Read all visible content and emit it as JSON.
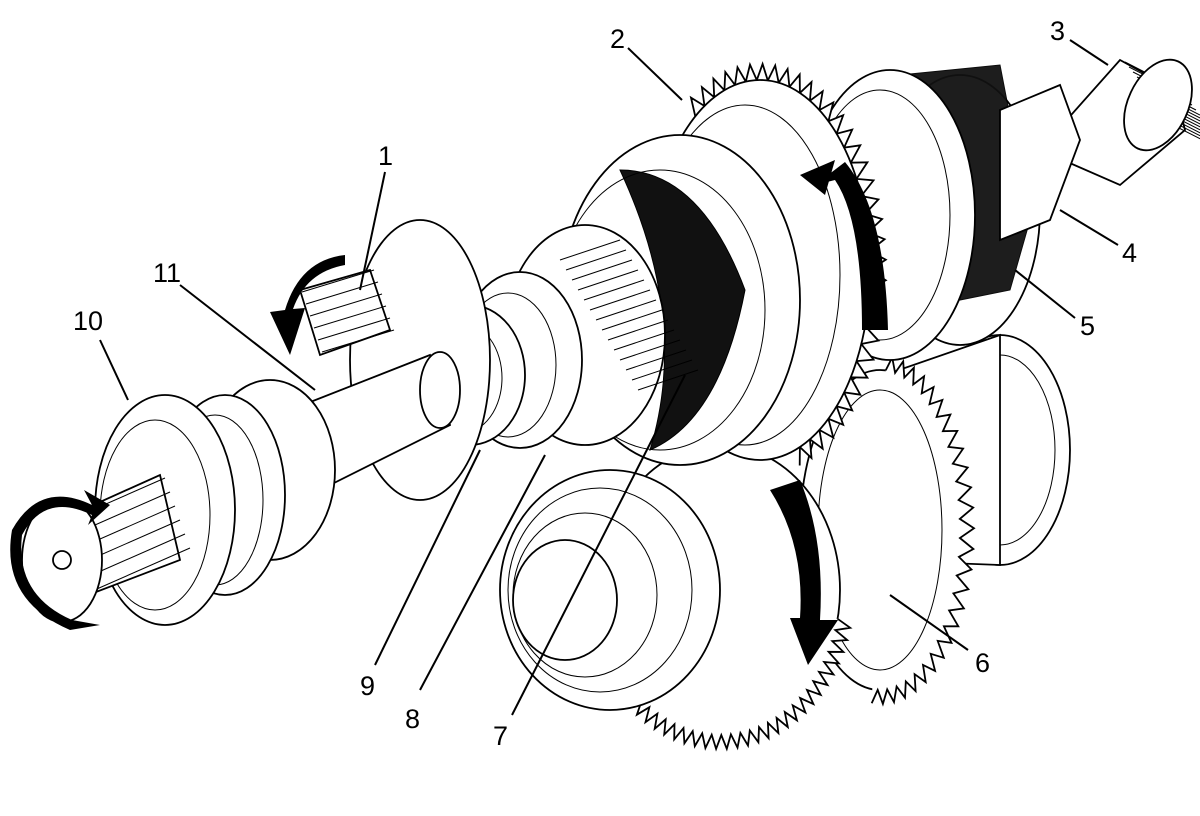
{
  "diagram": {
    "callouts": [
      {
        "id": "callout-1",
        "text": "1"
      },
      {
        "id": "callout-2",
        "text": "2"
      },
      {
        "id": "callout-3",
        "text": "3"
      },
      {
        "id": "callout-4",
        "text": "4"
      },
      {
        "id": "callout-5",
        "text": "5"
      },
      {
        "id": "callout-6",
        "text": "6"
      },
      {
        "id": "callout-7",
        "text": "7"
      },
      {
        "id": "callout-8",
        "text": "8"
      },
      {
        "id": "callout-9",
        "text": "9"
      },
      {
        "id": "callout-10",
        "text": "10"
      },
      {
        "id": "callout-11",
        "text": "11"
      }
    ],
    "colors": {
      "line": "#000000",
      "background": "#ffffff"
    }
  }
}
